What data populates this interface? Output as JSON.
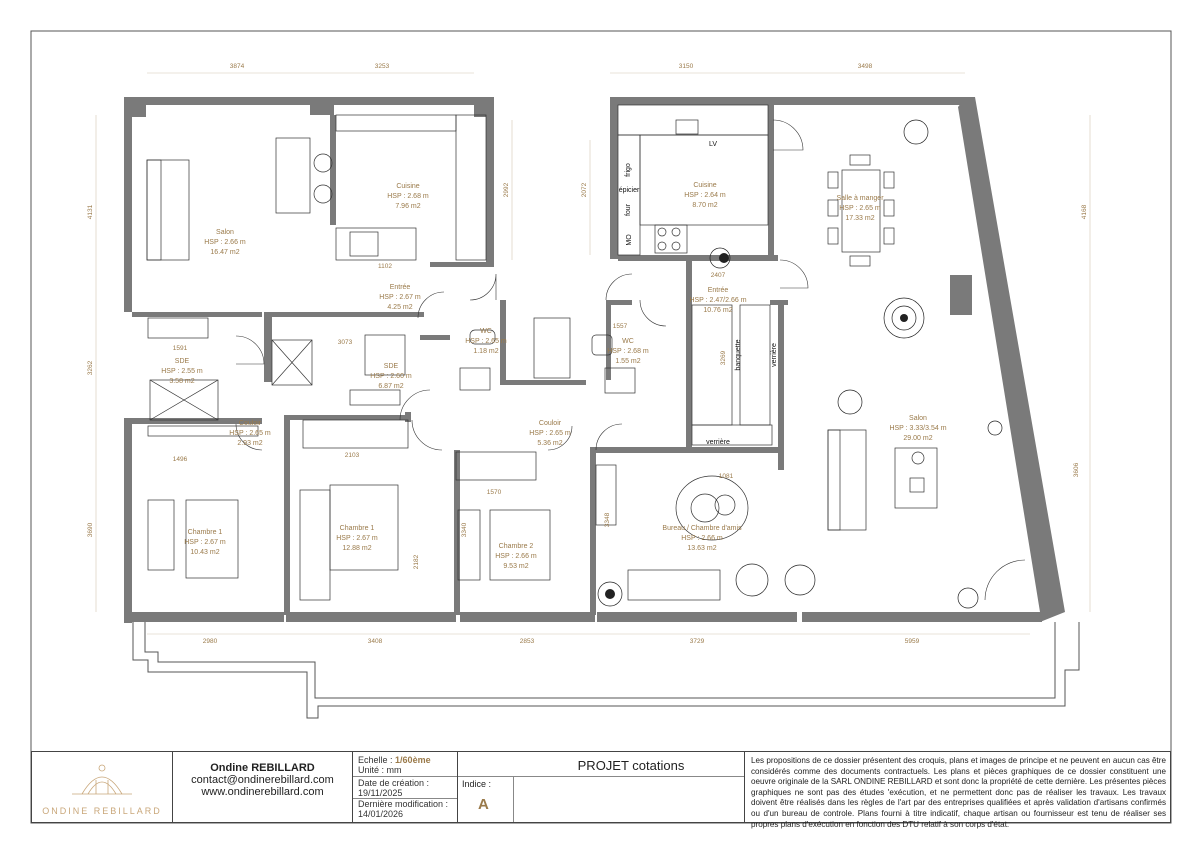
{
  "rooms": {
    "l_salon": {
      "name": "Salon",
      "hsp": "HSP : 2.66 m",
      "area": "16.47 m2"
    },
    "l_cuisine": {
      "name": "Cuisine",
      "hsp": "HSP : 2.68 m",
      "area": "7.96 m2"
    },
    "l_entree": {
      "name": "Entrée",
      "hsp": "HSP : 2.67 m",
      "area": "4.25 m2"
    },
    "l_wc": {
      "name": "WC",
      "hsp": "HSP : 2.65 m",
      "area": "1.18 m2"
    },
    "l_sde1": {
      "name": "SDE",
      "hsp": "HSP : 2.55 m",
      "area": "3.58 m2"
    },
    "l_sde2": {
      "name": "SDE",
      "hsp": "HSP : 2.60 m",
      "area": "6.87 m2"
    },
    "l_couloir1": {
      "name": "Couloir",
      "hsp": "HSP : 2.65 m",
      "area": "2.93 m2"
    },
    "l_couloir2": {
      "name": "Couloir",
      "hsp": "HSP : 2.65 m",
      "area": "5.36 m2"
    },
    "l_ch1a": {
      "name": "Chambre 1",
      "hsp": "HSP : 2.67 m",
      "area": "10.43 m2"
    },
    "l_ch1b": {
      "name": "Chambre 1",
      "hsp": "HSP : 2.67 m",
      "area": "12.88 m2"
    },
    "l_ch2": {
      "name": "Chambre 2",
      "hsp": "HSP : 2.66 m",
      "area": "9.53 m2"
    },
    "r_cuisine": {
      "name": "Cuisine",
      "hsp": "HSP : 2.64 m",
      "area": "8.70 m2"
    },
    "r_salle": {
      "name": "Salle à manger",
      "hsp": "HSP : 2.65 m",
      "area": "17.33 m2"
    },
    "r_entree": {
      "name": "Entrée",
      "hsp": "HSP : 2.47/2.66 m",
      "area": "10.76 m2"
    },
    "r_wc": {
      "name": "WC",
      "hsp": "HSP : 2.68 m",
      "area": "1.55 m2"
    },
    "r_salon": {
      "name": "Salon",
      "hsp": "HSP : 3.33/3.54 m",
      "area": "29.00 m2"
    },
    "r_bureau": {
      "name": "Bureau / Chambre d'amis",
      "hsp": "HSP : 2.66 m",
      "area": "13.63 m2"
    }
  },
  "dims": {
    "d3874": "3874",
    "d3253": "3253",
    "d3150": "3150",
    "d3498": "3498",
    "d4131": "4131",
    "d2992": "2992",
    "d2072": "2072",
    "d4168": "4168",
    "d3262": "3262",
    "d3690": "3690",
    "d3606": "3606",
    "d2980": "2980",
    "d3408": "3408",
    "d2853": "2853",
    "d3729": "3729",
    "d5959": "5959",
    "d1102": "1102",
    "d1591": "1591",
    "d3073": "3073",
    "d1496": "1496",
    "d2103": "2103",
    "d1570": "1570",
    "d1081": "1081",
    "d2407": "2407",
    "d1557": "1557",
    "d3348": "3348",
    "d3340": "3340",
    "d2182": "2182",
    "d3269": "3269"
  },
  "labels": {
    "lv": "LV",
    "frigo": "frigo",
    "epicier": "épicier",
    "four": "four",
    "mo": "MO",
    "banquette": "banquette",
    "verriere_v": "verrière",
    "verriere_h": "verrière"
  },
  "cartouche": {
    "name": "Ondine REBILLARD",
    "email": "contact@ondinerebillard.com",
    "web": "www.ondinerebillard.com",
    "logo_text": "ONDINE REBILLARD",
    "echelle_label": "Echelle :",
    "echelle_value": "1/60ème",
    "unite": "Unité : mm",
    "creation_label": "Date de création :",
    "creation_value": "19/11/2025",
    "modif_label": "Dernière modification :",
    "modif_value": "14/01/2026",
    "project": "PROJET cotations",
    "indice_label": "Indice :",
    "indice_value": "A",
    "disclaimer": "Les propositions de ce dossier présentent des croquis, plans et images de principe et ne peuvent en aucun cas être considérés comme des documents contractuels. Les plans et pièces graphiques de ce dossier constituent une oeuvre originale de la SARL ONDINE REBILLARD et sont donc la propriété de cette dernière. Les présentes pièces graphiques ne sont pas des études 'exécution, et ne permettent donc pas de réaliser les travaux. Les travaux doivent être réalisés dans les règles de l'art par des entreprises qualifiées et après validation d'artisans confirmés ou d'un bureau de controle. Plans fourni à titre indicatif, chaque artisan ou fournisseur est tenu de réaliser ses propres plans d'exécution en fonction des DTU relatif à son corps d'état."
  },
  "colors": {
    "accent": "#9a7a4a",
    "wall": "#7a7a7a",
    "line": "#333333"
  }
}
